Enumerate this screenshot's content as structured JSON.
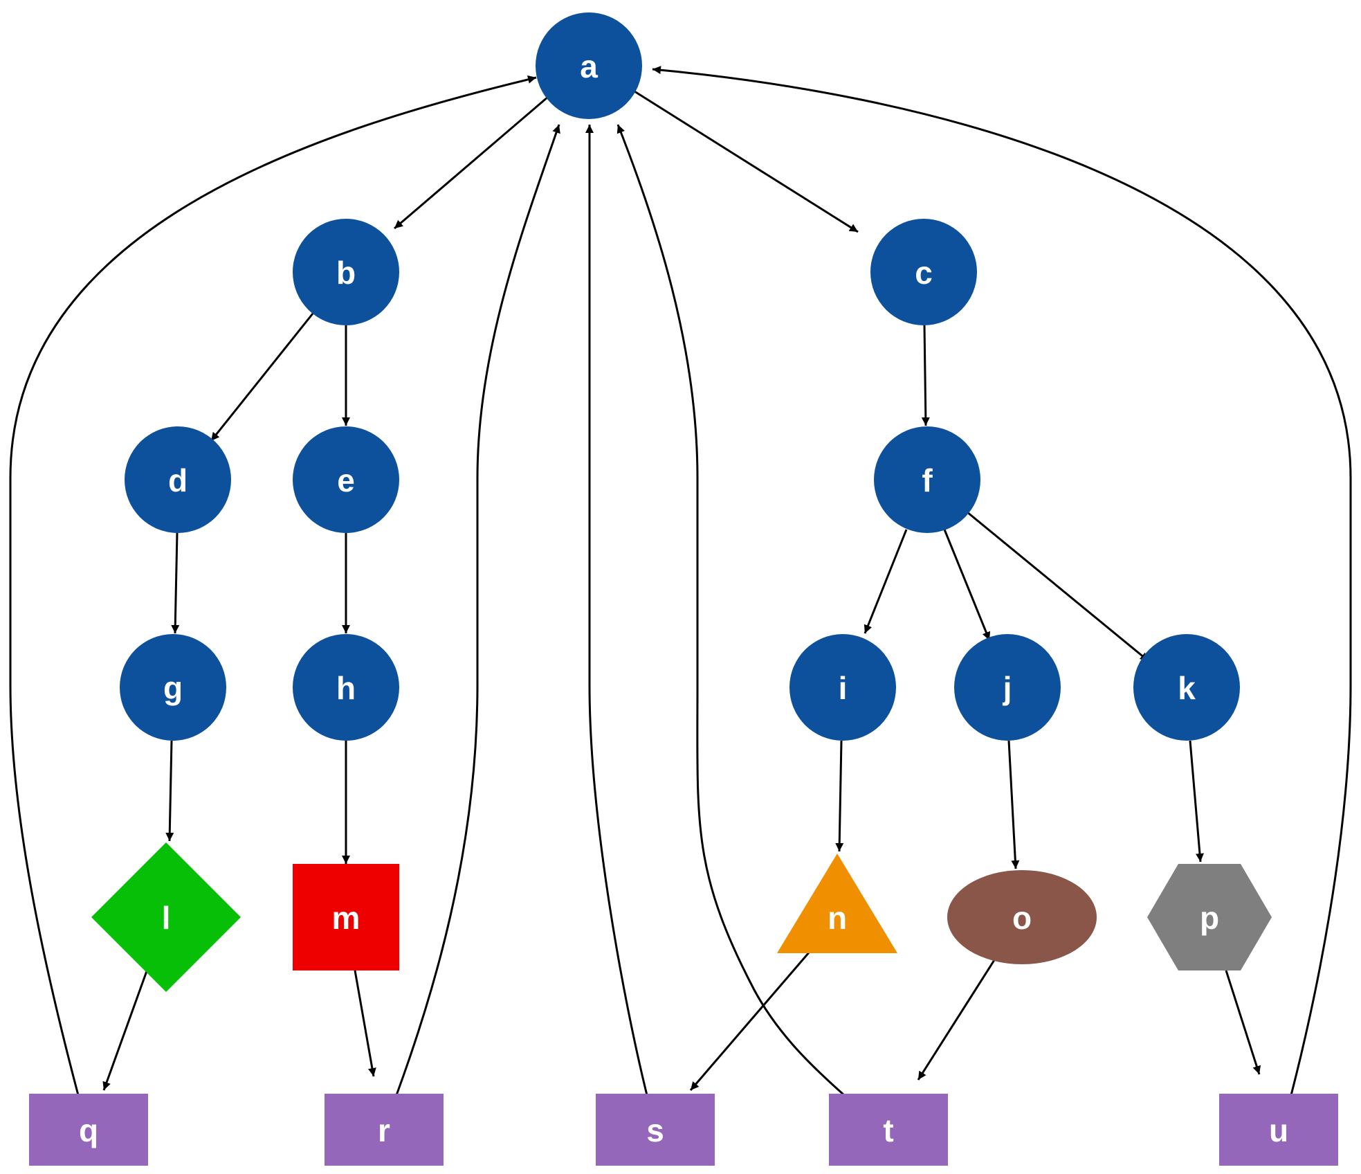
{
  "colors": {
    "circle": "#0d519c",
    "diamond": "#06bf06",
    "square": "#ee0000",
    "triangle": "#f09000",
    "ellipse": "#8b564a",
    "hexagon": "#7f7f7f",
    "box": "#9467bb",
    "edge": "#000000",
    "label": "#ffffff"
  },
  "nodes": [
    {
      "id": "a",
      "label": "a",
      "shape": "circle"
    },
    {
      "id": "b",
      "label": "b",
      "shape": "circle"
    },
    {
      "id": "c",
      "label": "c",
      "shape": "circle"
    },
    {
      "id": "d",
      "label": "d",
      "shape": "circle"
    },
    {
      "id": "e",
      "label": "e",
      "shape": "circle"
    },
    {
      "id": "f",
      "label": "f",
      "shape": "circle"
    },
    {
      "id": "g",
      "label": "g",
      "shape": "circle"
    },
    {
      "id": "h",
      "label": "h",
      "shape": "circle"
    },
    {
      "id": "i",
      "label": "i",
      "shape": "circle"
    },
    {
      "id": "j",
      "label": "j",
      "shape": "circle"
    },
    {
      "id": "k",
      "label": "k",
      "shape": "circle"
    },
    {
      "id": "l",
      "label": "l",
      "shape": "diamond"
    },
    {
      "id": "m",
      "label": "m",
      "shape": "square"
    },
    {
      "id": "n",
      "label": "n",
      "shape": "triangle"
    },
    {
      "id": "o",
      "label": "o",
      "shape": "ellipse"
    },
    {
      "id": "p",
      "label": "p",
      "shape": "hexagon"
    },
    {
      "id": "q",
      "label": "q",
      "shape": "box"
    },
    {
      "id": "r",
      "label": "r",
      "shape": "box"
    },
    {
      "id": "s",
      "label": "s",
      "shape": "box"
    },
    {
      "id": "t",
      "label": "t",
      "shape": "box"
    },
    {
      "id": "u",
      "label": "u",
      "shape": "box"
    }
  ],
  "edges": [
    {
      "from": "a",
      "to": "b"
    },
    {
      "from": "a",
      "to": "c"
    },
    {
      "from": "b",
      "to": "d"
    },
    {
      "from": "b",
      "to": "e"
    },
    {
      "from": "c",
      "to": "f"
    },
    {
      "from": "d",
      "to": "g"
    },
    {
      "from": "e",
      "to": "h"
    },
    {
      "from": "f",
      "to": "i"
    },
    {
      "from": "f",
      "to": "j"
    },
    {
      "from": "f",
      "to": "k"
    },
    {
      "from": "g",
      "to": "l"
    },
    {
      "from": "h",
      "to": "m"
    },
    {
      "from": "i",
      "to": "n"
    },
    {
      "from": "j",
      "to": "o"
    },
    {
      "from": "k",
      "to": "p"
    },
    {
      "from": "l",
      "to": "q"
    },
    {
      "from": "m",
      "to": "r"
    },
    {
      "from": "n",
      "to": "s"
    },
    {
      "from": "o",
      "to": "t"
    },
    {
      "from": "p",
      "to": "u"
    },
    {
      "from": "q",
      "to": "a"
    },
    {
      "from": "r",
      "to": "a"
    },
    {
      "from": "s",
      "to": "a"
    },
    {
      "from": "t",
      "to": "a"
    },
    {
      "from": "u",
      "to": "a"
    }
  ]
}
